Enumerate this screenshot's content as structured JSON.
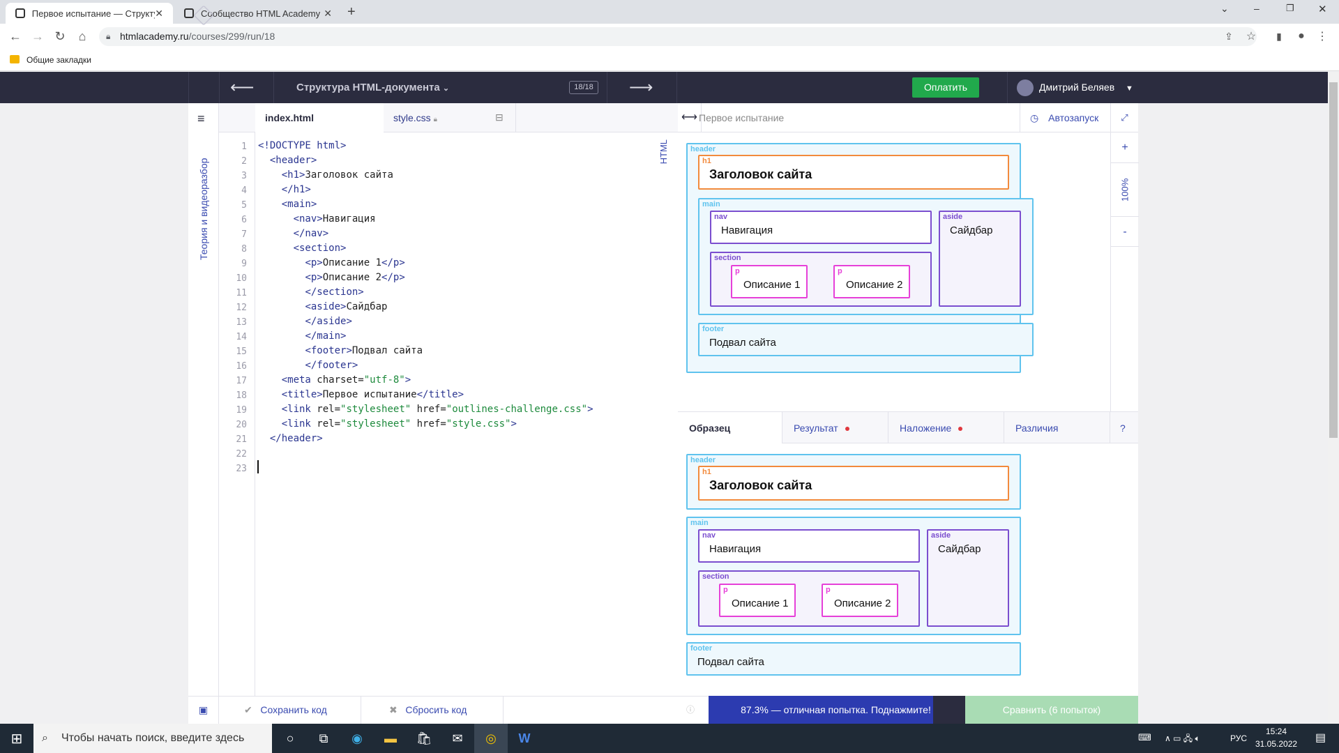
{
  "browser": {
    "tabs": [
      {
        "title": "Первое испытание — Структура",
        "close": "✕"
      },
      {
        "title": "Сообщество HTML Academy",
        "close": "✕"
      }
    ],
    "new_tab": "+",
    "url_host": "htmlacademy.ru",
    "url_path": "/courses/299/run/18",
    "bookmarks_label": "Общие закладки"
  },
  "app": {
    "course_title": "Структура HTML-документа",
    "counter": "18/18",
    "back_arrow": "⟵",
    "forward_arrow": "⟶",
    "pay_label": "Оплатить",
    "user_name": "Дмитрий Беляев"
  },
  "sidebar": {
    "vertical_label": "Теория и видеоразбор"
  },
  "editor": {
    "tabs": [
      "index.html",
      "style.css"
    ],
    "mode_label": "HTML",
    "lines": [
      "1",
      "2",
      "3",
      "4",
      "5",
      "6",
      "7",
      "8",
      "9",
      "10",
      "11",
      "12",
      "13",
      "14",
      "15",
      "16",
      "17",
      "18",
      "19",
      "20",
      "21",
      "22",
      "23"
    ]
  },
  "preview": {
    "title": "Первое испытание",
    "autorun": "Автозапуск",
    "zoom": "100%",
    "zoom_in": "+",
    "zoom_out": "-",
    "labels": {
      "header": "header",
      "h1": "h1",
      "main": "main",
      "nav": "nav",
      "aside": "aside",
      "section": "section",
      "p": "p",
      "footer": "footer"
    },
    "h1_text": "Заголовок сайта",
    "nav_text": "Навигация",
    "aside_text": "Сайдбар",
    "p1_text": "Описание 1",
    "p2_text": "Описание 2",
    "footer_text": "Подвал сайта"
  },
  "compare_tabs": {
    "sample": "Образец",
    "result": "Результат",
    "overlay": "Наложение",
    "diff": "Различия",
    "help": "?"
  },
  "bottom": {
    "save": "Сохранить код",
    "reset": "Сбросить код",
    "result_message": "87.3% — отличная попытка. Поднажмите!",
    "compare": "Сравнить (6 попыток)"
  },
  "taskbar": {
    "search_placeholder": "Чтобы начать поиск, введите здесь запрос",
    "lang": "РУС",
    "time": "15:24",
    "date": "31.05.2022"
  }
}
